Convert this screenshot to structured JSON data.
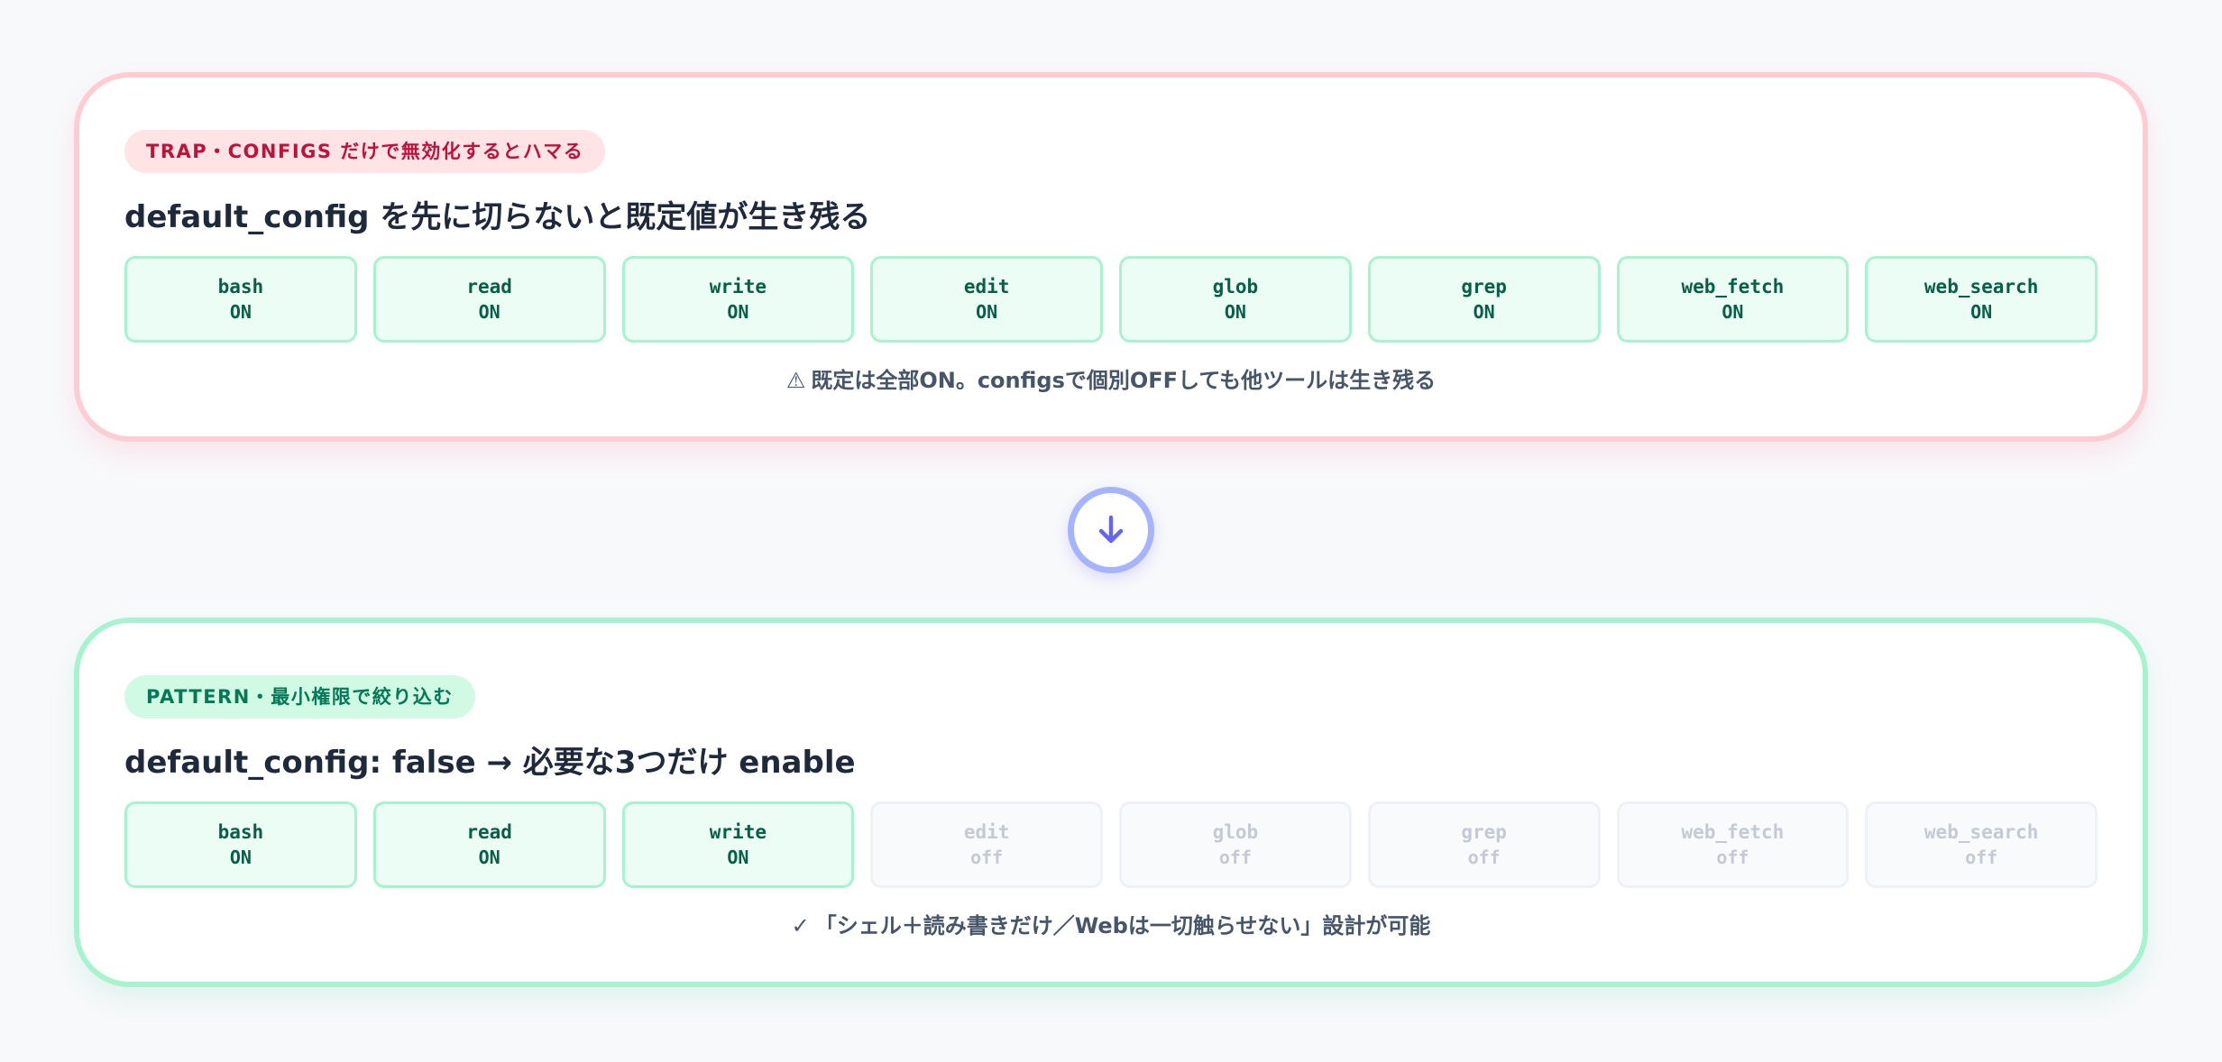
{
  "colors": {
    "trap_border": "#fecdd3",
    "trap_tag_bg": "#ffe4e6",
    "trap_tag_text": "#be123c",
    "pattern_border": "#a7f3d0",
    "pattern_tag_bg": "#d1fae5",
    "pattern_tag_text": "#047857",
    "tool_on_bg": "#ecfdf5",
    "tool_on_text": "#065f46",
    "tool_off_text": "#c4cad4",
    "arrow": "#6366f1"
  },
  "trap": {
    "tag": "TRAP・CONFIGS だけで無効化するとハマる",
    "title": "default_config を先に切らないと既定値が生き残る",
    "tools": [
      {
        "name": "bash",
        "state": "ON"
      },
      {
        "name": "read",
        "state": "ON"
      },
      {
        "name": "write",
        "state": "ON"
      },
      {
        "name": "edit",
        "state": "ON"
      },
      {
        "name": "glob",
        "state": "ON"
      },
      {
        "name": "grep",
        "state": "ON"
      },
      {
        "name": "web_fetch",
        "state": "ON"
      },
      {
        "name": "web_search",
        "state": "ON"
      }
    ],
    "note_icon": "⚠",
    "note": "既定は全部ON。configsで個別OFFしても他ツールは生き残る"
  },
  "arrow_icon": "arrow-down-icon",
  "pattern": {
    "tag": "PATTERN・最小権限で絞り込む",
    "title": "default_config: false → 必要な3つだけ enable",
    "tools": [
      {
        "name": "bash",
        "state": "ON"
      },
      {
        "name": "read",
        "state": "ON"
      },
      {
        "name": "write",
        "state": "ON"
      },
      {
        "name": "edit",
        "state": "off"
      },
      {
        "name": "glob",
        "state": "off"
      },
      {
        "name": "grep",
        "state": "off"
      },
      {
        "name": "web_fetch",
        "state": "off"
      },
      {
        "name": "web_search",
        "state": "off"
      }
    ],
    "note_icon": "✓",
    "note": "「シェル＋読み書きだけ／Webは一切触らせない」設計が可能"
  }
}
